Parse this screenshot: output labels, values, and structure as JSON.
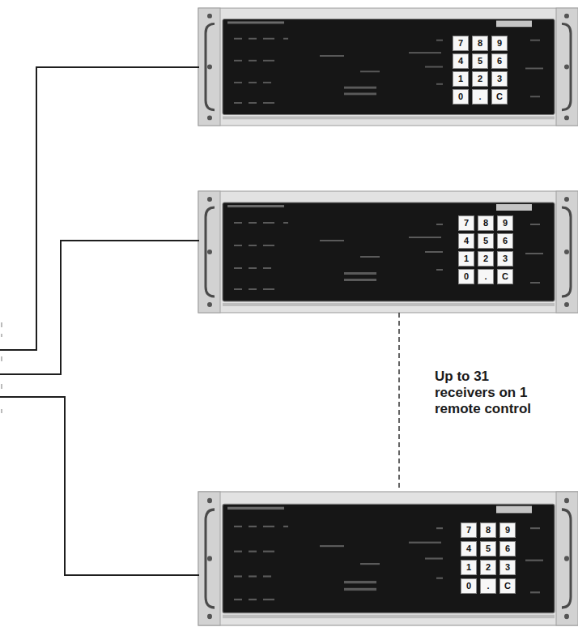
{
  "diagram": {
    "labels": [
      "7",
      "8",
      "9",
      "4",
      "5",
      "6",
      "1",
      "2",
      "3",
      "0",
      ".",
      "C",
      "7",
      "8",
      "9",
      "4",
      "5",
      "6",
      "1",
      "2",
      "3",
      "0",
      ".",
      "C",
      "Up to 31 receivers on 1 remote control",
      "7",
      "8",
      "9",
      "4",
      "5",
      "6",
      "1",
      "2",
      "3",
      "0",
      ".",
      "C"
    ]
  }
}
